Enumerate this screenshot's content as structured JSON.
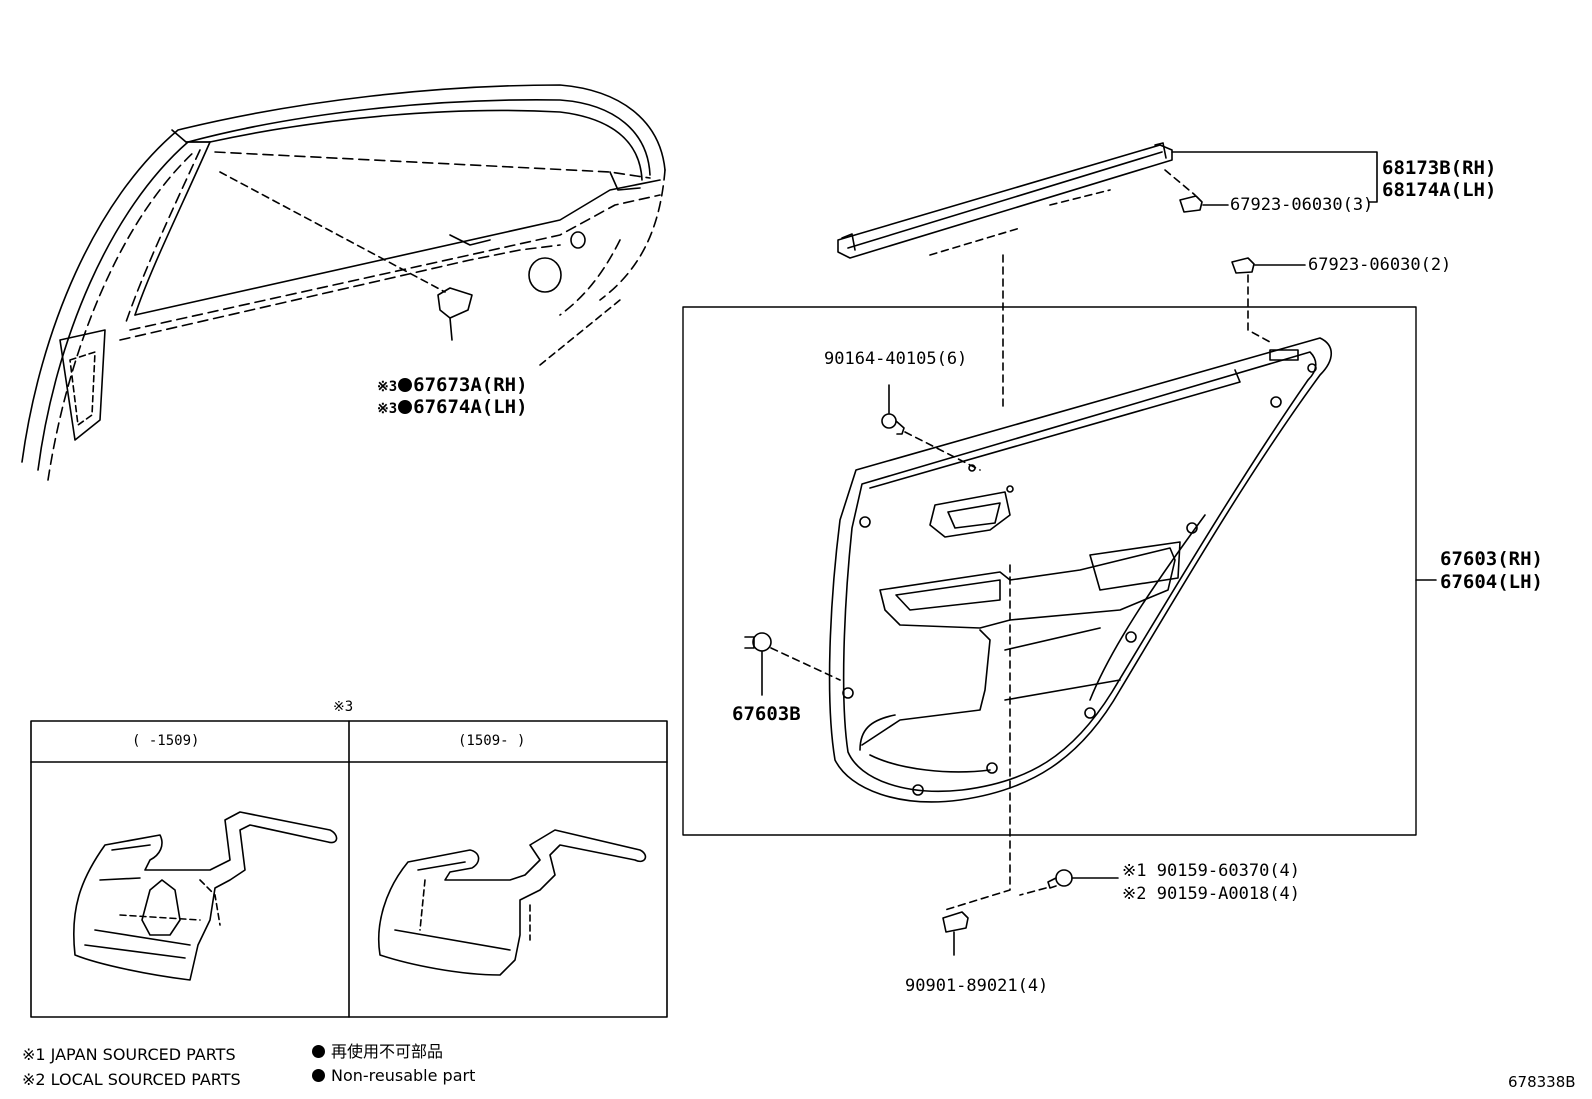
{
  "callouts": {
    "p68173": "68173B(RH)",
    "p68174": "68174A(LH)",
    "clip_upper": "67923-06030(3)",
    "clip_lower": "67923-06030(2)",
    "screw_top": "90164-40105(6)",
    "p67603": "67603(RH)",
    "p67604": "67604(LH)",
    "p67603b": "67603B",
    "ref1_mark": "※1",
    "ref1_part": "90159-60370(4)",
    "ref2_mark": "※2",
    "ref2_part": "90159-A0018(4)",
    "clip_bottom": "90901-89021(4)",
    "seal_rh_mark": "※3",
    "seal_rh_part": "67673A(RH)",
    "seal_lh_mark": "※3",
    "seal_lh_part": "67674A(LH)"
  },
  "inset": {
    "mark": "※3",
    "col_left": "(      -1509)",
    "col_right": "(1509-      )"
  },
  "legend": {
    "note1": "※1 JAPAN SOURCED PARTS",
    "note2": "※2 LOCAL SOURCED PARTS",
    "nonreusable_jp": "再使用不可部品",
    "nonreusable_en": "Non-reusable part"
  },
  "diagram_id": "678338B"
}
